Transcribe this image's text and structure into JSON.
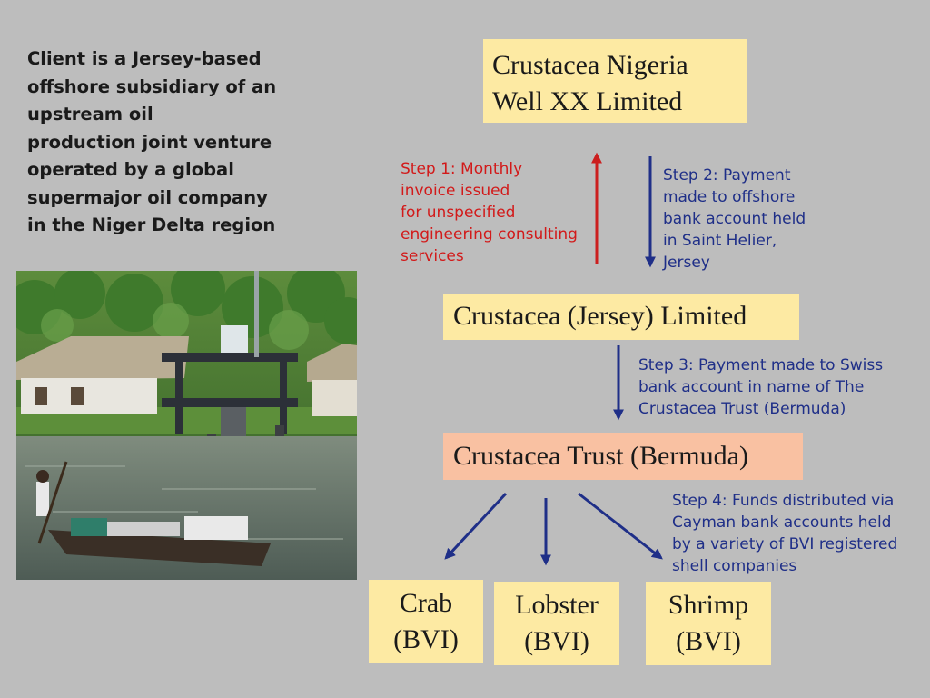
{
  "intro_text": "Client is a Jersey-based\noffshore subsidiary of an\nupstream oil\nproduction joint venture\noperated by a global\nsupermajor oil company\nin the Niger Delta region",
  "boxes": {
    "nigeria": "Crustacea Nigeria\nWell XX Limited",
    "jersey": "Crustacea (Jersey) Limited",
    "bermuda": "Crustacea Trust (Bermuda)",
    "crab": "Crab\n(BVI)",
    "lobster": "Lobster\n(BVI)",
    "shrimp": "Shrimp\n(BVI)"
  },
  "steps": {
    "step1": "Step 1: Monthly\ninvoice issued\nfor unspecified\nengineering consulting\nservices",
    "step2": "Step 2: Payment\nmade to offshore\nbank account held\nin Saint Helier,\nJersey",
    "step3": "Step 3: Payment made to Swiss\nbank account in name of The\nCrustacea Trust (Bermuda)",
    "step4": "Step 4: Funds distributed via\nCayman bank accounts held\nby a variety of BVI registered\nshell companies"
  },
  "colors": {
    "background": "#bdbdbd",
    "box_yellow": "#fdeaa3",
    "box_salmon": "#f9c1a2",
    "arrow_red": "#cc1f1f",
    "arrow_blue": "#1f2f88"
  }
}
